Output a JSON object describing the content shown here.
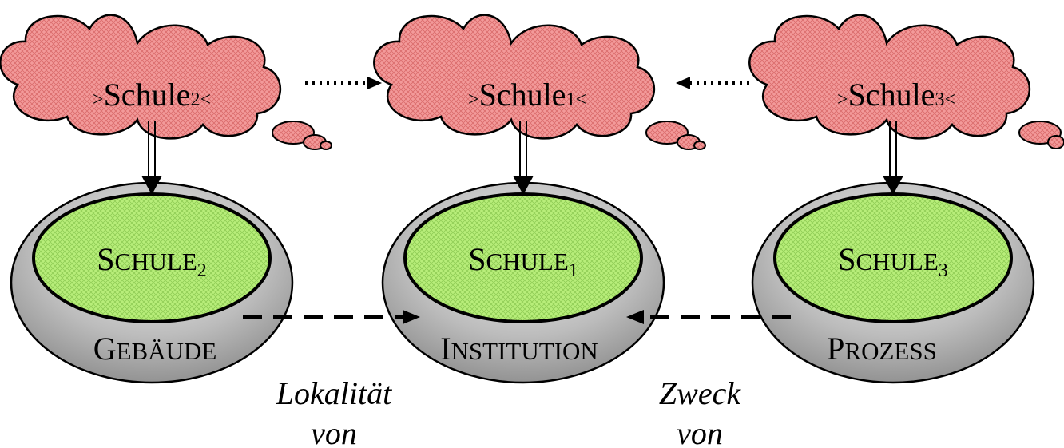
{
  "colors": {
    "cloud_fill": "#f08c8c",
    "cloud_stroke": "#000000",
    "inner_ellipse_fill": "#aee86c",
    "outer_ellipse_fill": "#bdbdbd",
    "arrow_color": "#000000"
  },
  "clouds": [
    {
      "base": ">Schule",
      "sub": "2",
      "end": "<"
    },
    {
      "base": ">Schule",
      "sub": "1",
      "end": "<"
    },
    {
      "base": ">Schule",
      "sub": "3",
      "end": "<"
    }
  ],
  "concepts": [
    {
      "first": "S",
      "rest": "CHULE",
      "sub": "2",
      "category_first": "G",
      "category_rest": "EBÄUDE"
    },
    {
      "first": "S",
      "rest": "CHULE",
      "sub": "1",
      "category_first": "I",
      "category_rest": "NSTITUTION"
    },
    {
      "first": "S",
      "rest": "CHULE",
      "sub": "3",
      "category_first": "P",
      "category_rest": "ROZESS"
    }
  ],
  "relations": [
    {
      "line1": "Lokalität",
      "line2": "von"
    },
    {
      "line1": "Zweck",
      "line2": "von"
    }
  ]
}
